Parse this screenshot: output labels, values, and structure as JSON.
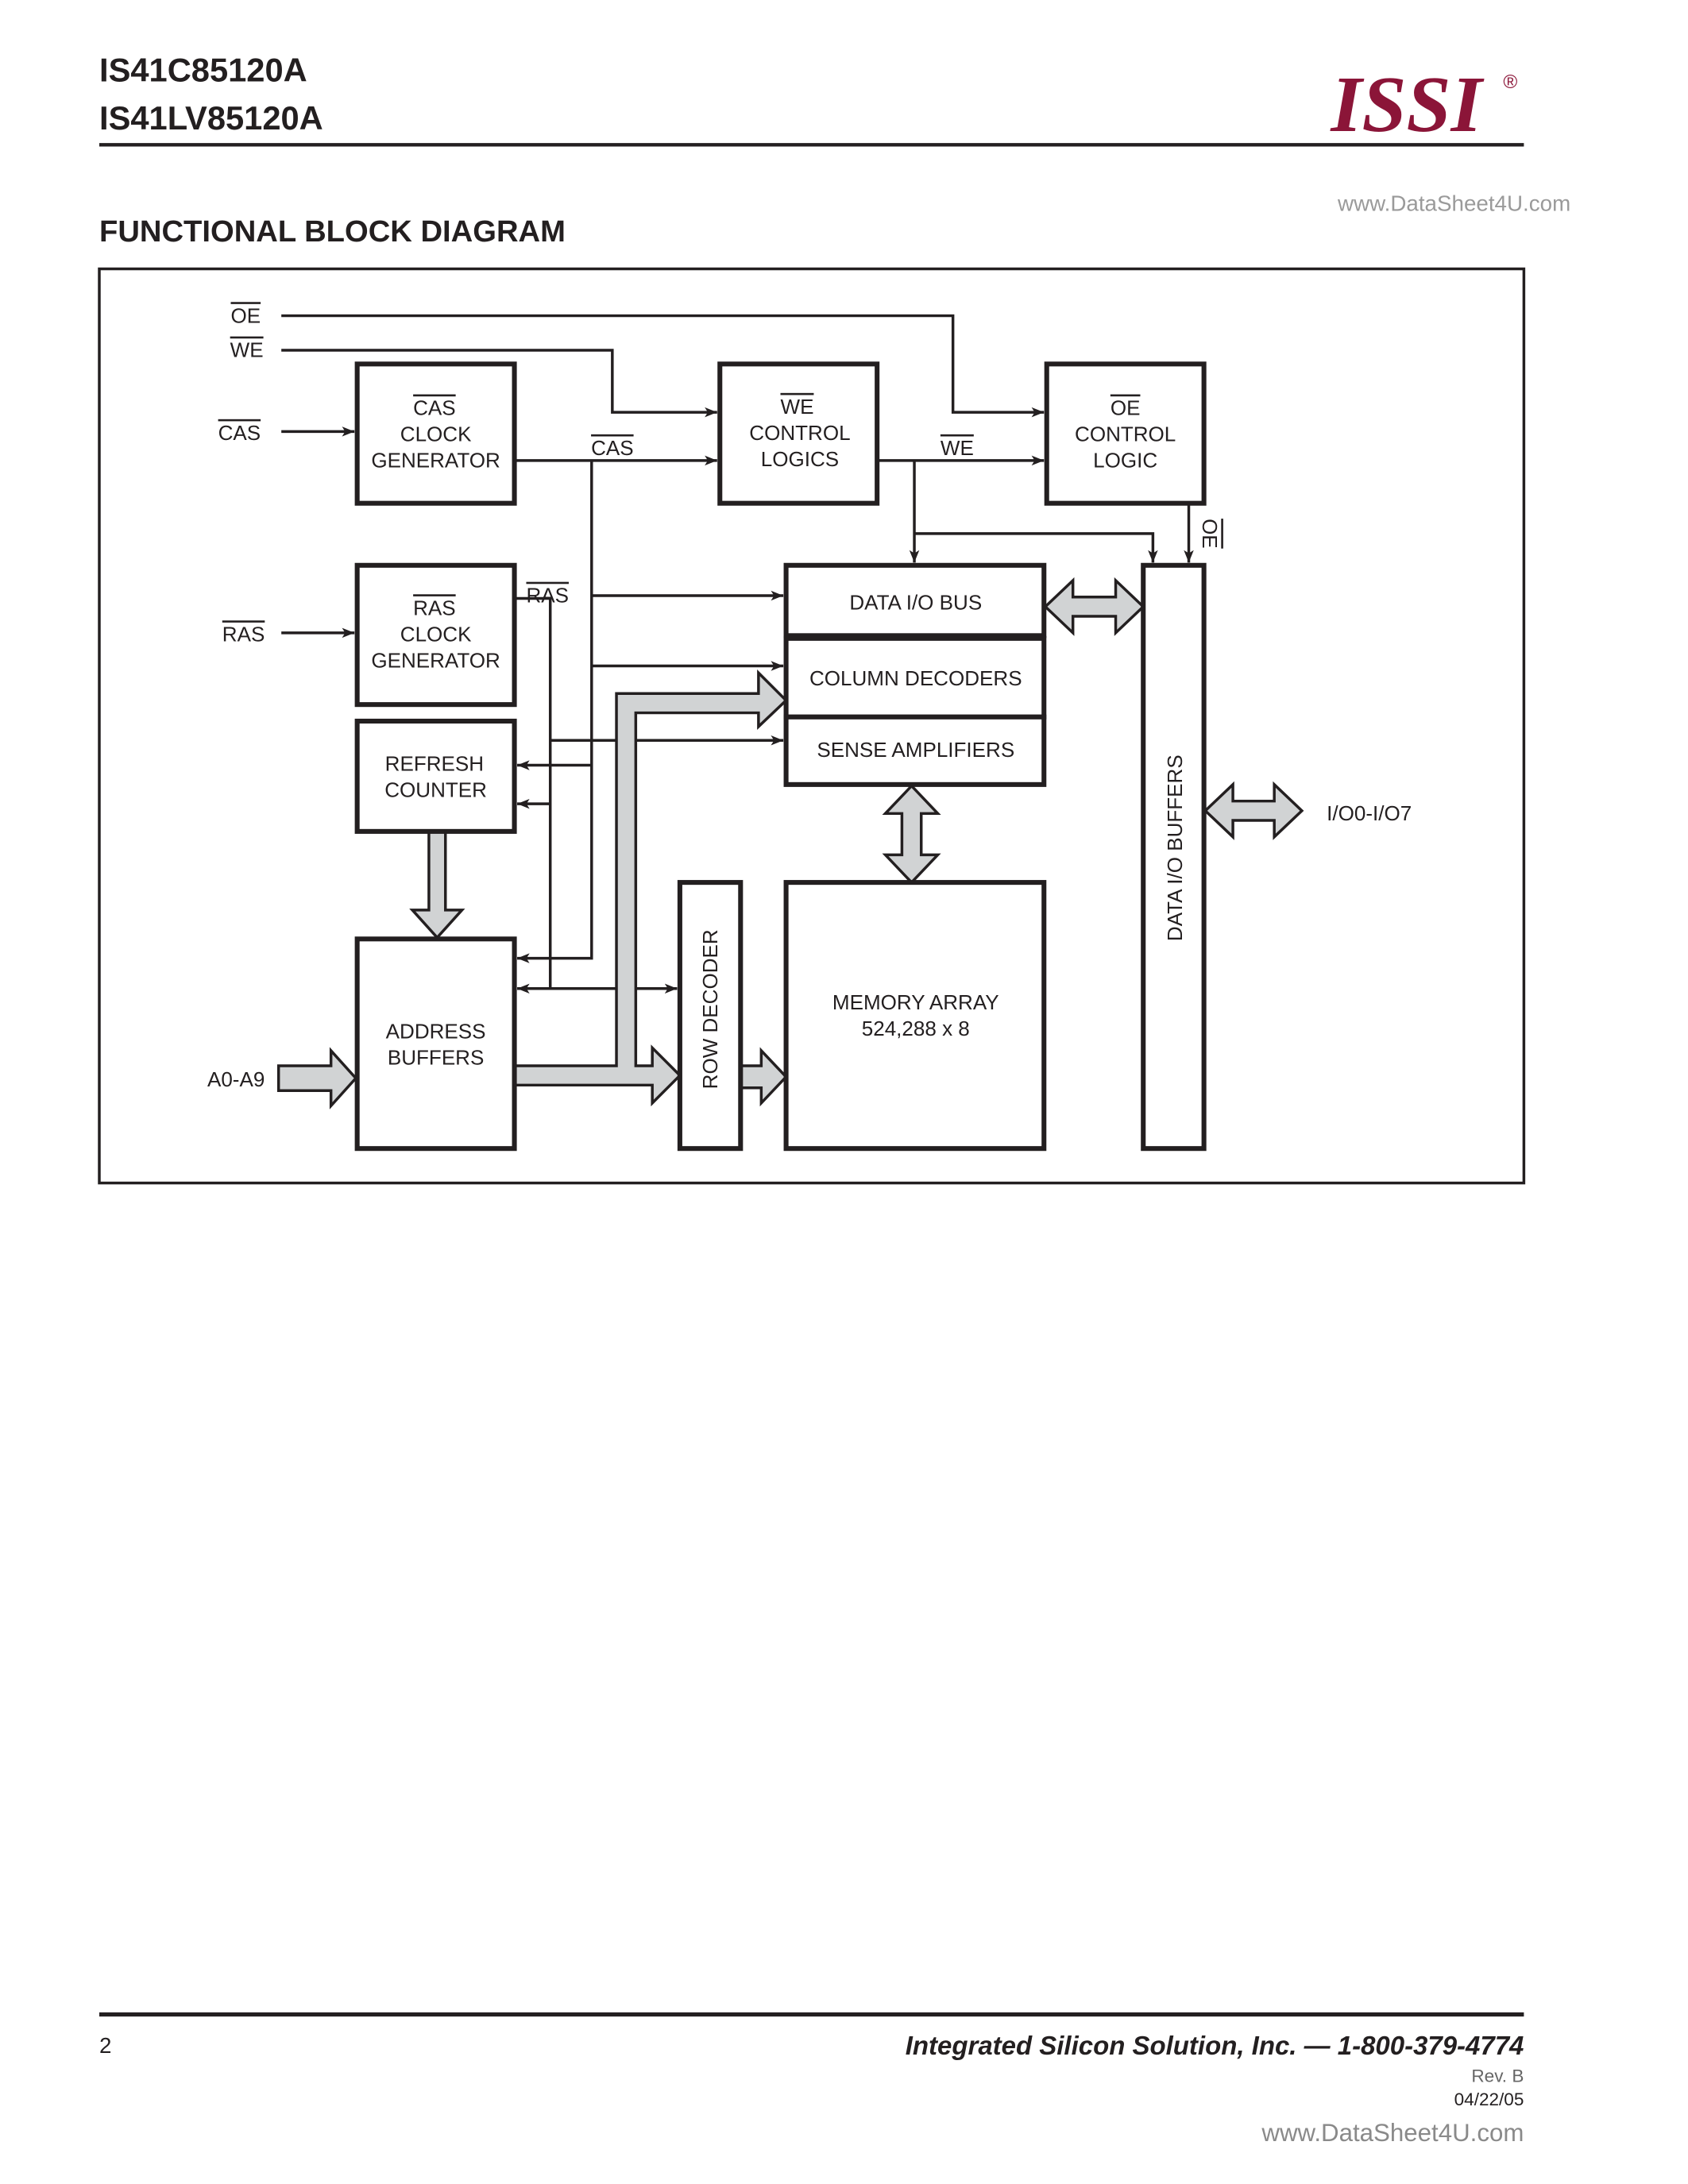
{
  "header": {
    "part_numbers": [
      "IS41C85120A",
      "IS41LV85120A"
    ],
    "logo_text": "ISSI",
    "logo_mark": "®",
    "logo_color": "#8b1538",
    "watermark": "www.DataSheet4U.com"
  },
  "section_title": "FUNCTIONAL BLOCK DIAGRAM",
  "diagram": {
    "inputs": {
      "oe": "OE",
      "we": "WE",
      "cas": "CAS",
      "ras": "RAS",
      "address": "A0-A9",
      "io": "I/O0-I/O7"
    },
    "signal_labels": {
      "cas": "CAS",
      "we": "WE",
      "ras": "RAS",
      "oe": "OE"
    },
    "blocks": {
      "cas_clock": [
        "CAS",
        "CLOCK",
        "GENERATOR"
      ],
      "we_control": [
        "WE",
        "CONTROL",
        "LOGICS"
      ],
      "oe_control": [
        "OE",
        "CONTROL",
        "LOGIC"
      ],
      "ras_clock": [
        "RAS",
        "CLOCK",
        "GENERATOR"
      ],
      "refresh_counter": [
        "REFRESH",
        "COUNTER"
      ],
      "address_buffers": [
        "ADDRESS",
        "BUFFERS"
      ],
      "data_io_bus": "DATA I/O BUS",
      "column_decoders": "COLUMN DECODERS",
      "sense_amplifiers": "SENSE AMPLIFIERS",
      "memory_array": [
        "MEMORY ARRAY",
        "524,288 x 8"
      ],
      "row_decoder": "ROW DECODER",
      "data_io_buffers": "DATA I/O BUFFERS"
    },
    "bus_fill_color": "#d1d3d4"
  },
  "footer": {
    "page_number": "2",
    "company": "Integrated Silicon Solution, Inc. — 1-800-379-4774",
    "revision": "Rev.  B",
    "date": "04/22/05",
    "watermark": "www.DataSheet4U.com"
  }
}
